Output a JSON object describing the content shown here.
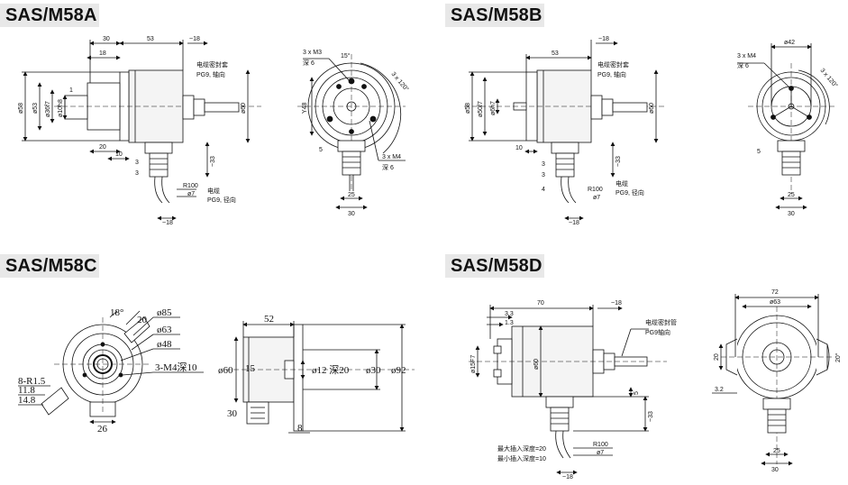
{
  "sections": [
    {
      "title": "SAS/M58A"
    },
    {
      "title": "SAS/M58B"
    },
    {
      "title": "SAS/M58C"
    },
    {
      "title": "SAS/M58D"
    }
  ],
  "a_side": {
    "d30": "30",
    "d53": "53",
    "d18": "~18",
    "d18b": "18",
    "d58": "ø58",
    "d53v": "ø53",
    "d36": "ø36f7",
    "d10": "ø10h8",
    "d1": "1",
    "d20": "20",
    "d10b": "10",
    "d3": "3",
    "d3b": "3",
    "d60": "ø60",
    "d33": "~33",
    "r100": "R100",
    "d7": "ø7",
    "d18c": "~18",
    "gland1": "电缆密封套",
    "gland2": "PG9, 轴向",
    "cable1": "电缆",
    "cable2": "PG9, 径向"
  },
  "a_front": {
    "m3": "3 x M3",
    "depth6": "深 6",
    "ang15": "15°",
    "ang120": "3 x 120°",
    "y48": "Y48",
    "d5": "5",
    "m4": "3 x M4",
    "depth6b": "深 6",
    "d25": "25",
    "d30": "30"
  },
  "b_side": {
    "d53": "53",
    "d18": "~18",
    "d58": "ø58",
    "d50": "ø50f7",
    "d6": "ø6h7",
    "d10": "10",
    "d3": "3",
    "d3b": "3",
    "d4": "4",
    "d60": "ø60",
    "d33": "~33",
    "r100": "R100",
    "d7": "ø7",
    "d18c": "~18",
    "gland1": "电缆密封套",
    "gland2": "PG9, 轴向",
    "cable1": "电缆",
    "cable2": "PG9, 径向"
  },
  "b_front": {
    "d42": "ø42",
    "m4": "3 x M4",
    "depth6": "深 6",
    "ang120": "3 x 120°",
    "d5": "5",
    "d25": "25",
    "d30": "30"
  },
  "c_front": {
    "ang18": "18°",
    "d20": "20",
    "d85": "ø85",
    "d63": "ø63",
    "d48": "ø48",
    "m4": "3-M4深10",
    "r15": "8-R1.5",
    "d118": "11.8",
    "d148": "14.8",
    "d26": "26"
  },
  "c_side": {
    "d52": "52",
    "d60": "ø60",
    "d15": "15",
    "d12": "ø12 深20",
    "d30v": "ø30",
    "d92": "ø92",
    "d30": "30",
    "d8": "8"
  },
  "d_side": {
    "d70": "70",
    "d18": "~18",
    "d33": "3.3",
    "d13": "1.3",
    "d15": "ø15F7",
    "d60": "ø60",
    "d5": "5",
    "d33b": "~33",
    "gland1": "电缆密封管",
    "gland2": "PG9轴向",
    "r100": "R100",
    "d7": "ø7",
    "d18c": "~18",
    "max": "最大插入深度=20",
    "min": "最小插入深度=10"
  },
  "d_front": {
    "d72": "72",
    "d63": "ø63",
    "d20": "20",
    "d20b": "20°",
    "d32": "3.2",
    "d25": "25",
    "d30": "30"
  }
}
